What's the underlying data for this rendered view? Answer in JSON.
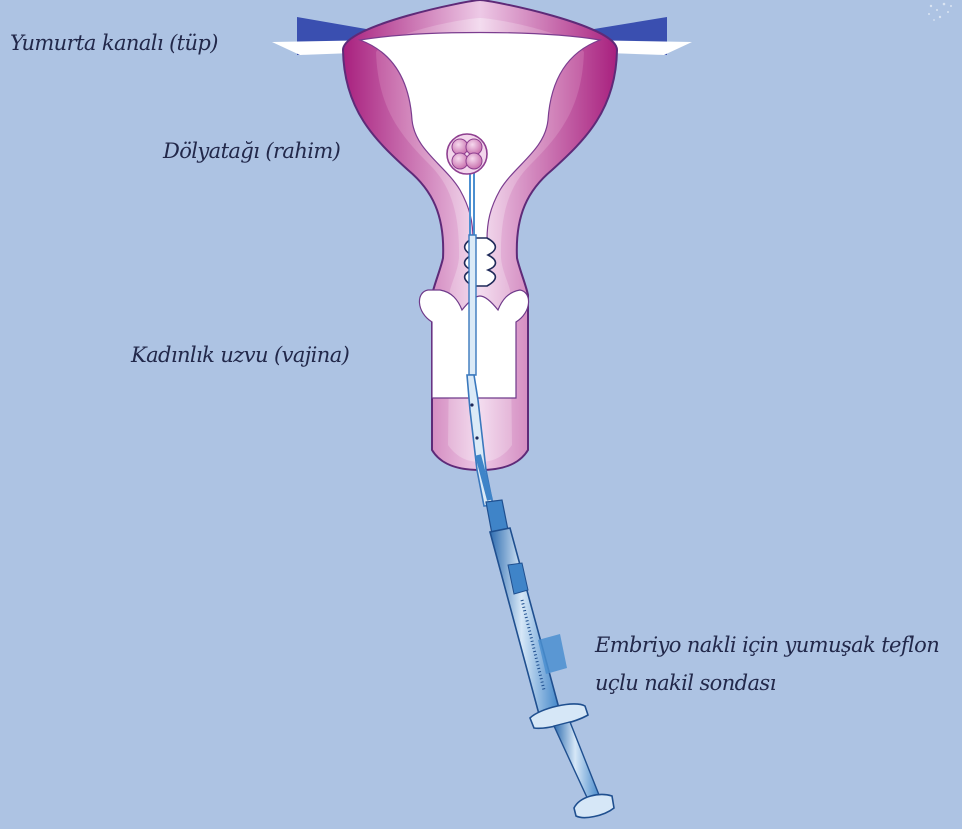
{
  "labels": {
    "fallopian_tube": "Yumurta kanalı (tüp)",
    "uterus": "Dölyatağı (rahim)",
    "vagina": "Kadınlık uzvu (vajina)",
    "catheter_line1": "Embriyo nakli için yumuşak teflon",
    "catheter_line2": "uçlu nakil sondası"
  },
  "colors": {
    "background": "#adc3e3",
    "tissue_dark": "#a8207e",
    "tissue_light": "#e9c6e3",
    "cavity": "#ffffff",
    "syringe": "#3f84c8",
    "label_text": "#22284a"
  },
  "icons": {
    "embryo": "embryo-cluster-icon",
    "syringe": "syringe-icon"
  }
}
